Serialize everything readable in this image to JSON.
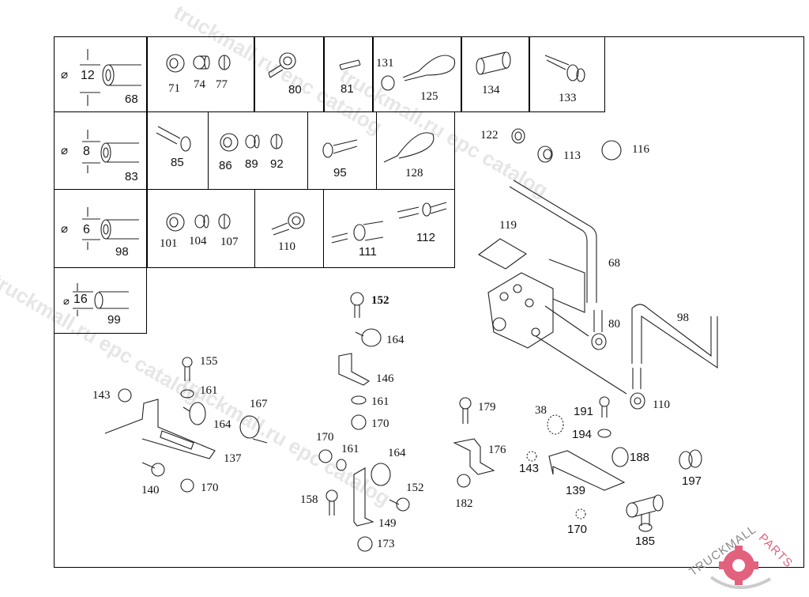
{
  "diagram": {
    "type": "exploded-parts-diagram",
    "watermarks": [
      "truckmall.ru epc catalog",
      "truckmall.ru epc catalog",
      "truckmall.ru epc catalog",
      "truckmall.ru epc catalog"
    ],
    "logo": {
      "text_left": "TRUCKMALL",
      "text_right": "PARTS",
      "accent_color": "#e2627e",
      "gray_color": "#8a8a8a"
    },
    "hose_table": [
      {
        "diameter_symbol": "⌀",
        "diameter": "12",
        "part": "68"
      },
      {
        "diameter_symbol": "⌀",
        "diameter": "8",
        "part": "83"
      },
      {
        "diameter_symbol": "⌀",
        "diameter": "6",
        "part": "98"
      },
      {
        "diameter_symbol": "⌀",
        "diameter": "16",
        "part": "99"
      }
    ],
    "table_cells": {
      "row1": [
        {
          "labels": [
            "71",
            "74",
            "77"
          ]
        },
        {
          "labels": [
            "80"
          ]
        },
        {
          "labels": [
            "81"
          ]
        },
        {
          "labels": [
            "131",
            "125"
          ]
        },
        {
          "labels": [
            "134"
          ]
        },
        {
          "labels": [
            "133"
          ]
        }
      ],
      "row2": [
        {
          "labels": [
            "85"
          ]
        },
        {
          "labels": [
            "86",
            "89",
            "92"
          ]
        },
        {
          "labels": [
            "95"
          ]
        },
        {
          "labels": [
            "128"
          ]
        }
      ],
      "row3": [
        {
          "labels": [
            "101",
            "104",
            "107"
          ]
        },
        {
          "labels": [
            "110"
          ]
        },
        {
          "labels": [
            "111",
            "112"
          ]
        }
      ]
    },
    "callouts": {
      "c122": "122",
      "c113": "113",
      "c116": "116",
      "c119": "119",
      "c68": "68",
      "c80": "80",
      "c98": "98",
      "c110": "110",
      "c152a": "152",
      "c164a": "164",
      "c146": "146",
      "c161a": "161",
      "c170a": "170",
      "c155": "155",
      "c161b": "161",
      "c143a": "143",
      "c164b": "164",
      "c167": "167",
      "c137": "137",
      "c140": "140",
      "c170b": "170",
      "c170c": "170",
      "c161c": "161",
      "c164c": "164",
      "c152b": "152",
      "c158": "158",
      "c149": "149",
      "c173": "173",
      "c179": "179",
      "c176": "176",
      "c182": "182",
      "c38": "38",
      "c191": "191",
      "c194": "194",
      "c143b": "143",
      "c139": "139",
      "c188": "188",
      "c197": "197",
      "c170d": "170",
      "c185": "185"
    }
  }
}
